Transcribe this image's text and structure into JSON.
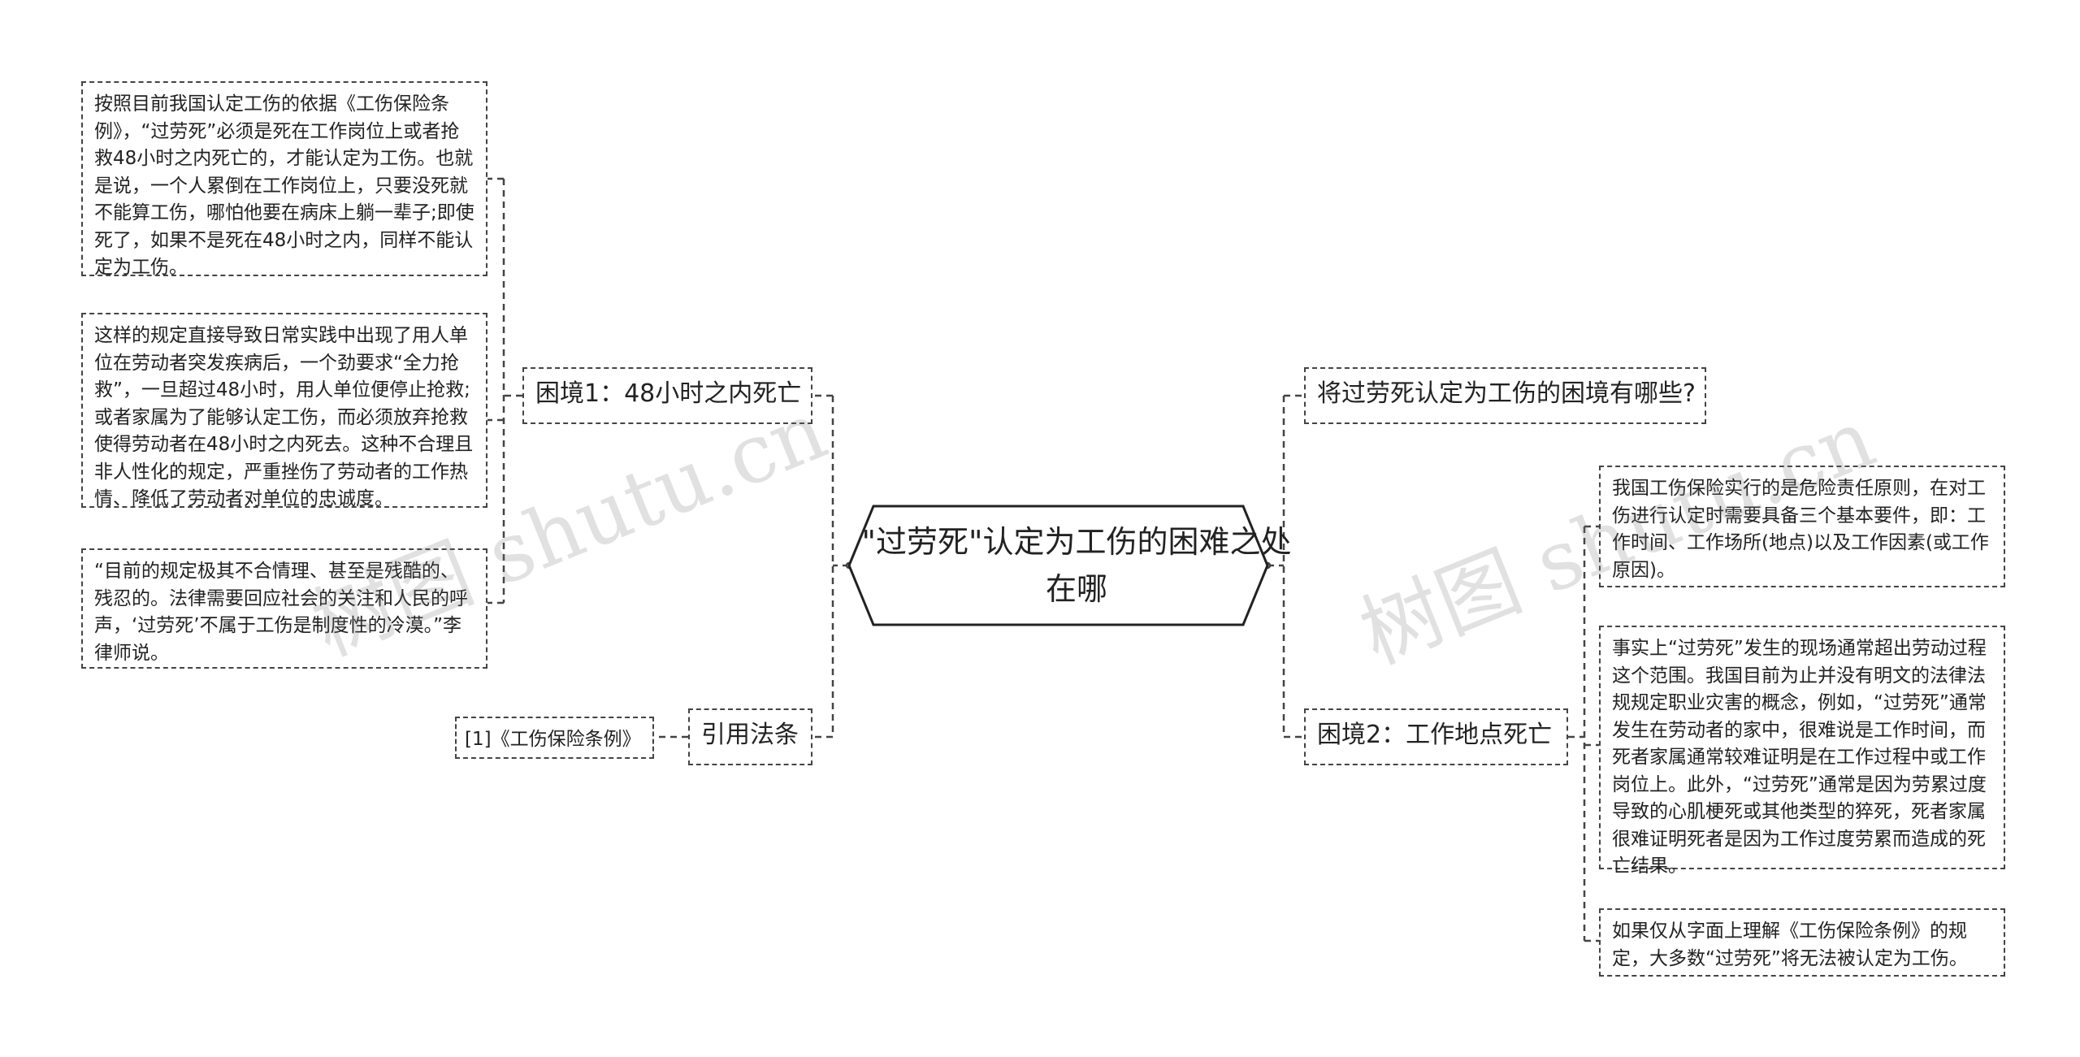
{
  "center": {
    "title": "\"过劳死\"认定为工伤的困难之处在哪"
  },
  "left": {
    "topic1": {
      "label": "困境1：48小时之内死亡",
      "leaves": [
        "按照目前我国认定工伤的依据《工伤保险条例》，“过劳死”必须是死在工作岗位上或者抢救48小时之内死亡的，才能认定为工伤。也就是说，一个人累倒在工作岗位上，只要没死就不能算工伤，哪怕他要在病床上躺一辈子;即使死了，如果不是死在48小时之内，同样不能认定为工伤。",
        "这样的规定直接导致日常实践中出现了用人单位在劳动者突发疾病后，一个劲要求“全力抢救”，一旦超过48小时，用人单位便停止抢救;或者家属为了能够认定工伤，而必须放弃抢救使得劳动者在48小时之内死去。这种不合理且非人性化的规定，严重挫伤了劳动者的工作热情、降低了劳动者对单位的忠诚度。",
        "“目前的规定极其不合情理、甚至是残酷的、残忍的。法律需要回应社会的关注和人民的呼声，‘过劳死’不属于工伤是制度性的冷漠。”李律师说。"
      ]
    },
    "topic2": {
      "label": "引用法条",
      "ref": "[1]《工伤保险条例》"
    }
  },
  "right": {
    "topic1": {
      "label": "将过劳死认定为工伤的困境有哪些?"
    },
    "topic2": {
      "label": "困境2：工作地点死亡",
      "leaves": [
        "我国工伤保险实行的是危险责任原则，在对工伤进行认定时需要具备三个基本要件，即：工作时间、工作场所(地点)以及工作因素(或工作原因)。",
        "事实上“过劳死”发生的现场通常超出劳动过程这个范围。我国目前为止并没有明文的法律法规规定职业灾害的概念，例如，“过劳死”通常发生在劳动者的家中，很难说是工作时间，而死者家属通常较难证明是在工作过程中或工作岗位上。此外，“过劳死”通常是因为劳累过度导致的心肌梗死或其他类型的猝死，死者家属很难证明死者是因为工作过度劳累而造成的死亡结果。",
        "如果仅从字面上理解《工伤保险条例》的规定，大多数“过劳死”将无法被认定为工伤。"
      ]
    }
  },
  "watermarks": [
    "树图 shutu.cn",
    "树图 shutu.cn"
  ],
  "colors": {
    "line": "#444444",
    "text": "#222222",
    "watermark": "#b0b0b0"
  }
}
